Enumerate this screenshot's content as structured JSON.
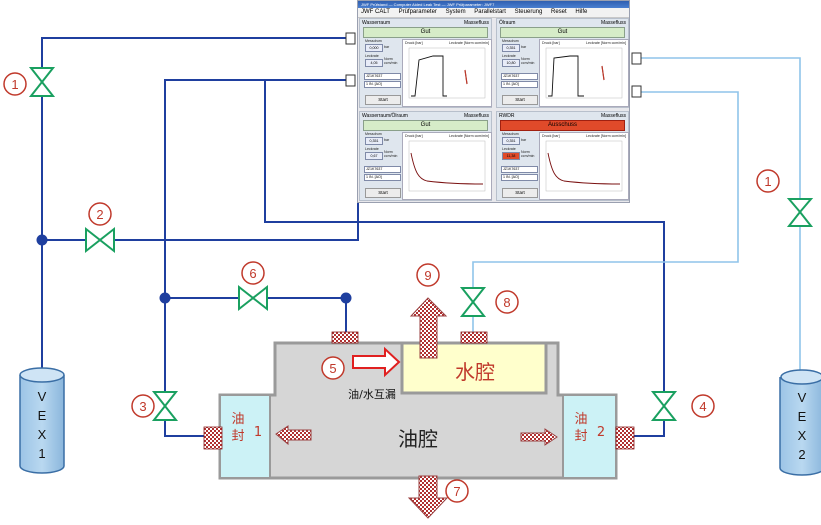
{
  "software": {
    "title": "JWF Prüfstand — Computer Aided Leak Test — JWF Prüfparameter: JWF7",
    "menu": [
      "JWF CALT",
      "Prüfparameter",
      "System",
      "Parallelstart",
      "Steuerung",
      "Reset",
      "Hilfe"
    ],
    "panels": [
      {
        "name": "Wasserraum",
        "mode": "Massefluss",
        "status": "Gut",
        "status_color": "#d6ecc8",
        "meas_label": "Messdrum",
        "meas_value": "0,000",
        "meas_unit": "bar",
        "leak_label": "Leckrate",
        "leak_value": "4,05",
        "leak_unit": "Norm ccm/min",
        "part": "JZ1K7637",
        "type": "1 IN. [AO]",
        "button": "Start",
        "plot_left": "Druck [bar]",
        "plot_right": "Leckrate [Norm ccm/min]"
      },
      {
        "name": "Ölraum",
        "mode": "Massefluss",
        "status": "Gut",
        "status_color": "#d6ecc8",
        "meas_label": "Messdrum",
        "meas_value": "0,351",
        "meas_unit": "bar",
        "leak_label": "Leckrate",
        "leak_value": "10,80",
        "leak_unit": "Norm ccm/min",
        "part": "JZ1K7637",
        "type": "1 IN. [AO]",
        "button": "Start",
        "plot_left": "Druck [bar]",
        "plot_right": "Leckrate [Norm ccm/min]"
      },
      {
        "name": "Wasserraum/Ölraum",
        "mode": "Massefluss",
        "status": "Gut",
        "status_color": "#d6ecc8",
        "meas_label": "Messdrum",
        "meas_value": "0,351",
        "meas_unit": "bar",
        "leak_label": "Leckrate",
        "leak_value": "0,67",
        "leak_unit": "Norm ccm/min",
        "part": "JZ1K7637",
        "type": "1 IN. [AO]",
        "button": "Start",
        "plot_left": "Druck [bar]",
        "plot_right": "Leckrate [Norm ccm/min]"
      },
      {
        "name": "RWDR",
        "mode": "Massefluss",
        "status": "Ausschuss",
        "status_color": "#e04a2a",
        "meas_label": "Messdrum",
        "meas_value": "0,351",
        "meas_unit": "bar",
        "leak_label": "Leckrate",
        "leak_value": "11,38",
        "leak_unit": "Norm ccm/min",
        "part": "JZ1K7637",
        "type": "1 IN. [AO]",
        "button": "Start",
        "plot_left": "Druck [bar]",
        "plot_right": "Leckrate [Norm ccm/min]"
      }
    ]
  },
  "diagram": {
    "oil_chamber": "油腔",
    "water_chamber": "水腔",
    "seal_left": [
      "油",
      "封",
      "1"
    ],
    "seal_right": [
      "油",
      "封",
      "2"
    ],
    "leak_label": "油/水互漏",
    "vex_left": [
      "V",
      "E",
      "X",
      "1"
    ],
    "vex_right": [
      "V",
      "E",
      "X",
      "2"
    ],
    "markers": {
      "m1_left": "1",
      "m1_right": "1",
      "m2": "2",
      "m3": "3",
      "m4": "4",
      "m5": "5",
      "m6": "6",
      "m7": "7",
      "m8": "8",
      "m9": "9"
    },
    "colors": {
      "line_dark": "#1f3f9f",
      "line_light": "#8fc4ea",
      "valve": "#1aa060",
      "marker": "#c0392b",
      "chamber_fill": "#d6d6d6",
      "water_fill": "#ffffcc",
      "seal_fill": "#ccf2f6",
      "vex_fill": "#a9cde9"
    }
  }
}
